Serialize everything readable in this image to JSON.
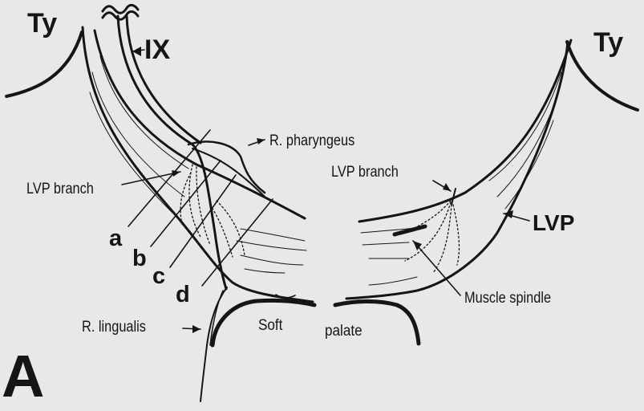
{
  "figure": {
    "panel_label": "A",
    "labels": {
      "ty_left": "Ty",
      "ty_right": "Ty",
      "ix": "IX",
      "r_pharyngeus": "R. pharyngeus",
      "lvp_branch_left": "LVP branch",
      "lvp_branch_right": "LVP branch",
      "lvp": "LVP",
      "muscle_spindle": "Muscle spindle",
      "r_lingualis": "R. lingualis",
      "soft_palate_1": "Soft",
      "soft_palate_2": "palate",
      "section_a": "a",
      "section_b": "b",
      "section_c": "c",
      "section_d": "d"
    },
    "colors": {
      "ink": "#151515",
      "paper": "#e8e8e6"
    }
  }
}
